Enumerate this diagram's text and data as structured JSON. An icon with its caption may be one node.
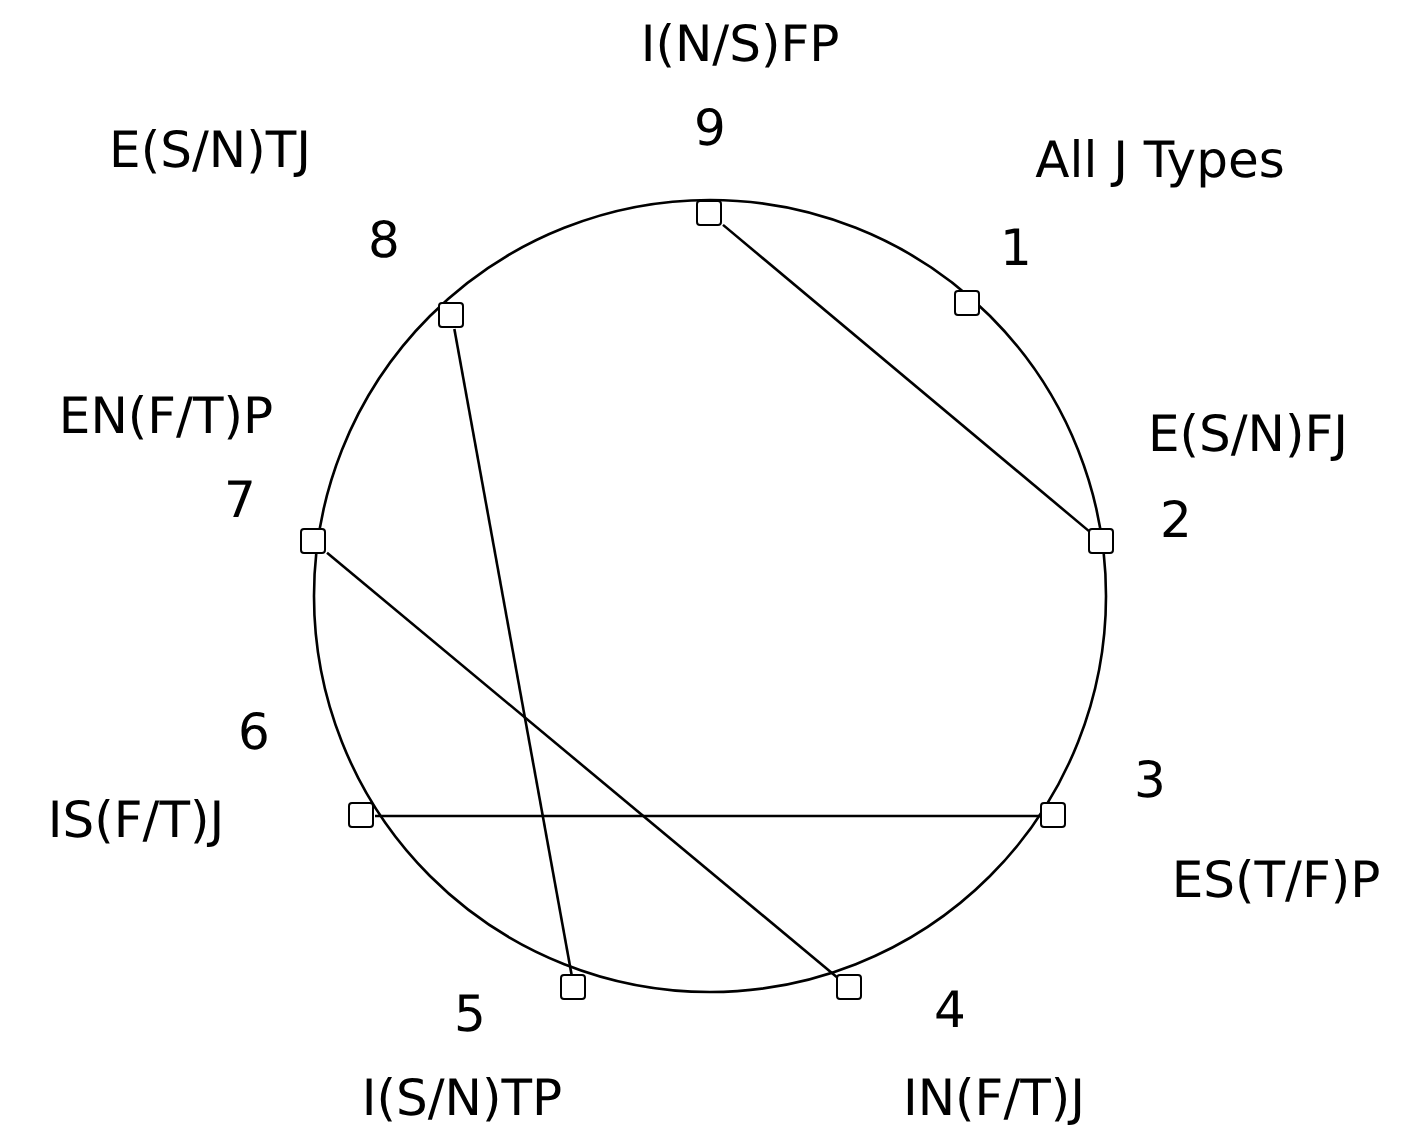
{
  "diagram": {
    "nodes": [
      {
        "text": [],
        "shape": "box",
        "beside": [
          "All J Types",
          "1"
        ]
      },
      {
        "text": [],
        "shape": "box",
        "beside": [
          "E(S/N)FJ",
          "2"
        ]
      },
      {
        "text": [],
        "shape": "box",
        "beside": [
          "3",
          "ES(T/F)P"
        ]
      },
      {
        "text": [],
        "shape": "box",
        "beside": [
          "4",
          "IN(F/T)J"
        ]
      },
      {
        "text": [],
        "shape": "box",
        "beside": [
          "5",
          "I(S/N)TP"
        ]
      },
      {
        "text": [],
        "shape": "box",
        "beside": [
          "6",
          "IS(F/T)J"
        ]
      },
      {
        "text": [],
        "shape": "box",
        "beside": [
          "EN(F/T)P",
          "7"
        ]
      },
      {
        "text": [],
        "shape": "box",
        "beside": [
          "E(S/N)TJ",
          "8"
        ]
      },
      {
        "text": [],
        "shape": "box",
        "beside": [
          "I(N/S)FP",
          "9"
        ]
      }
    ],
    "edges": [
      {
        "from": 8,
        "to": 1,
        "arrow": "none"
      },
      {
        "from": 7,
        "to": 4,
        "arrow": "none"
      },
      {
        "from": 6,
        "to": 3,
        "arrow": "none"
      },
      {
        "from": 5,
        "to": 2,
        "arrow": "none"
      }
    ]
  }
}
